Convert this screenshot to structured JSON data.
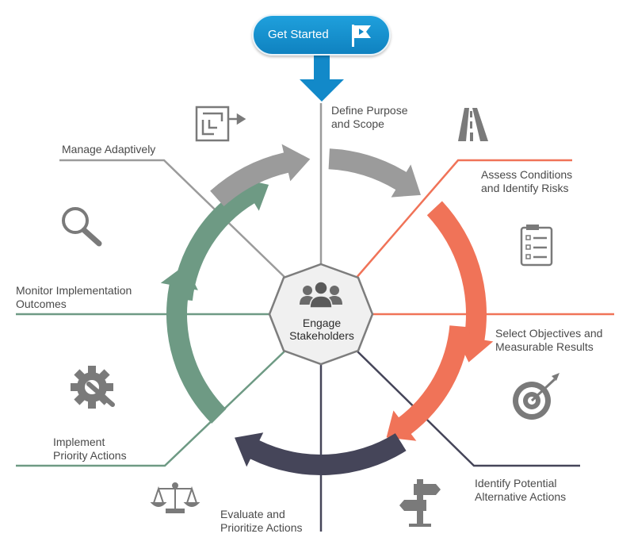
{
  "start_button": {
    "label": "Get Started",
    "icon": "flag-icon"
  },
  "center": {
    "label": "Engage\nStakeholders",
    "icon": "people-icon"
  },
  "steps": [
    {
      "label": "Define Purpose\nand Scope",
      "icon": "road-icon",
      "color": "#9b9b9b"
    },
    {
      "label": "Assess Conditions\nand Identify Risks",
      "icon": "checklist-icon",
      "color": "#f07358"
    },
    {
      "label": "Select Objectives and\nMeasurable Results",
      "icon": "target-icon",
      "color": "#f07358"
    },
    {
      "label": "Identify Potential\nAlternative Actions",
      "icon": "signpost-icon",
      "color": "#454559"
    },
    {
      "label": "Evaluate and\nPrioritize Actions",
      "icon": "scales-icon",
      "color": "#454559"
    },
    {
      "label": "Implement\nPriority Actions",
      "icon": "gear-wrench-icon",
      "color": "#6e9a84"
    },
    {
      "label": "Monitor Implementation\nOutcomes",
      "icon": "magnifier-icon",
      "color": "#6e9a84"
    },
    {
      "label": "Manage Adaptively",
      "icon": "maze-icon",
      "color": "#9b9b9b"
    }
  ],
  "colors": {
    "gray": "#9b9b9b",
    "orange": "#f07358",
    "navy": "#454559",
    "green": "#6e9a84",
    "blue": "#1289c9",
    "icon": "#7a7a7a"
  }
}
